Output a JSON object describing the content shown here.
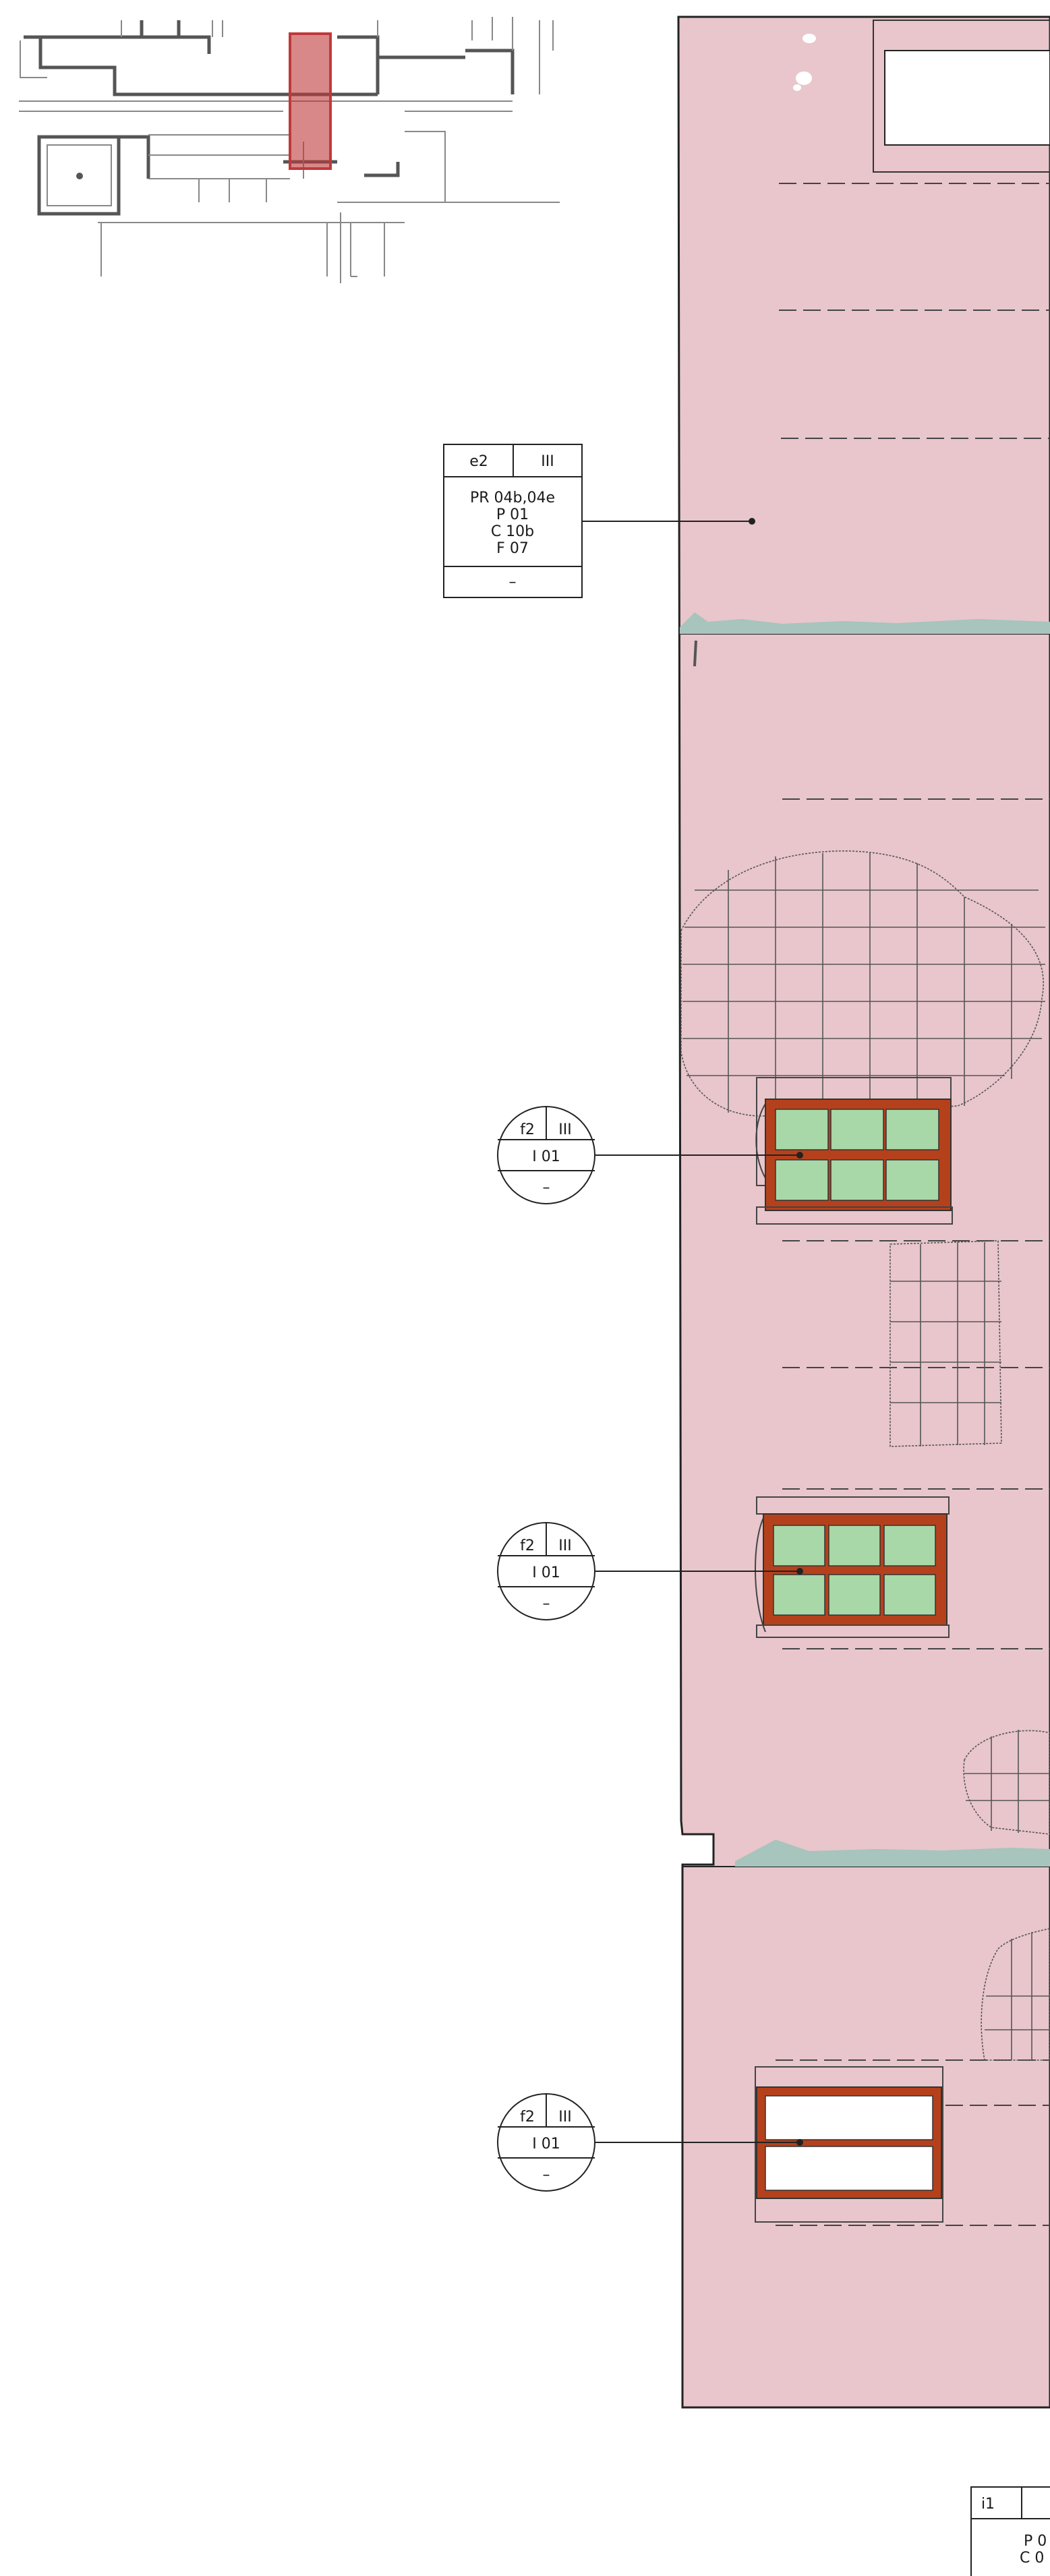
{
  "colors": {
    "wall": "#e8c6cc",
    "frame": "#b5411c",
    "glass": "#a8d8a8",
    "floor_band": "#a7c4bd",
    "highlight": "#c0393b"
  },
  "tags": {
    "wall_tag": {
      "top_left": "e2",
      "top_right": "III",
      "lines": [
        "PR 04b,04e",
        "P 01",
        "C 10b",
        "F 07"
      ],
      "bottom": "–"
    },
    "window_tag_1": {
      "top_left": "f2",
      "top_right": "III",
      "middle": "I 01",
      "bottom": "–"
    },
    "window_tag_2": {
      "top_left": "f2",
      "top_right": "III",
      "middle": "I 01",
      "bottom": "–"
    },
    "window_tag_3": {
      "top_left": "f2",
      "top_right": "III",
      "middle": "I 01",
      "bottom": "–"
    },
    "bottom_tag": {
      "top_left": "i1",
      "line1": "P 0",
      "line2": "C 0"
    }
  }
}
